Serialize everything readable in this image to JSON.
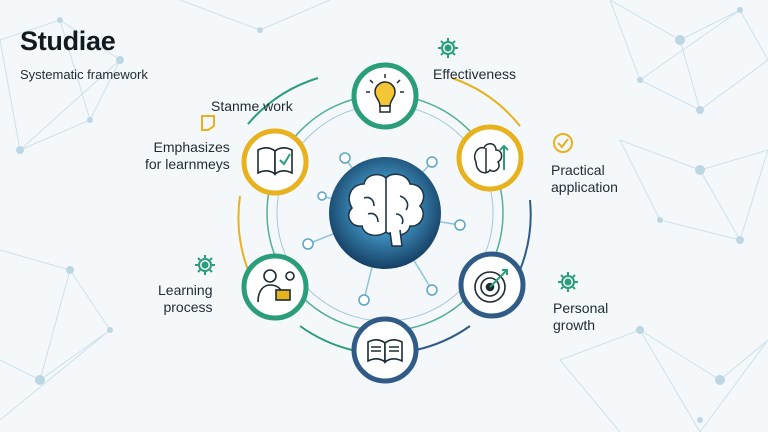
{
  "header": {
    "title": "Studiae",
    "subtitle": "Systematic framework"
  },
  "center": {
    "icon": "brain-icon"
  },
  "nodes": [
    {
      "id": "effectiveness",
      "label": "Effectiveness",
      "icon": "lightbulb-icon",
      "color": "#2a9d7a"
    },
    {
      "id": "practical",
      "label": "Practical application",
      "icon": "brain-arrows-icon",
      "color": "#e8b21e"
    },
    {
      "id": "growth",
      "label": "Personal growth",
      "icon": "target-icon",
      "color": "#2f5b86"
    },
    {
      "id": "book",
      "label": "",
      "icon": "open-book-icon",
      "color": "#2f5b86"
    },
    {
      "id": "learning",
      "label": "Learning process",
      "icon": "learner-icon",
      "color": "#2a9d7a"
    },
    {
      "id": "emphasizes",
      "label": "Emphasizes for learnmeys",
      "icon": "notebook-icon",
      "color": "#e8b21e"
    }
  ],
  "extra_labels": {
    "stanme_work": "Stanme work"
  },
  "labels": {
    "effectiveness": "Effectiveness",
    "practical_1": "Practical",
    "practical_2": "application",
    "growth_1": "Personal",
    "growth_2": "growth",
    "learning_1": "Learning",
    "learning_2": "process",
    "emph_1": "Emphasizes",
    "emph_2": "for learnmeys"
  },
  "colors": {
    "teal": "#2a9d7a",
    "yellow": "#e8b21e",
    "navy": "#2f5b86",
    "hub": "#1f4f7c"
  }
}
